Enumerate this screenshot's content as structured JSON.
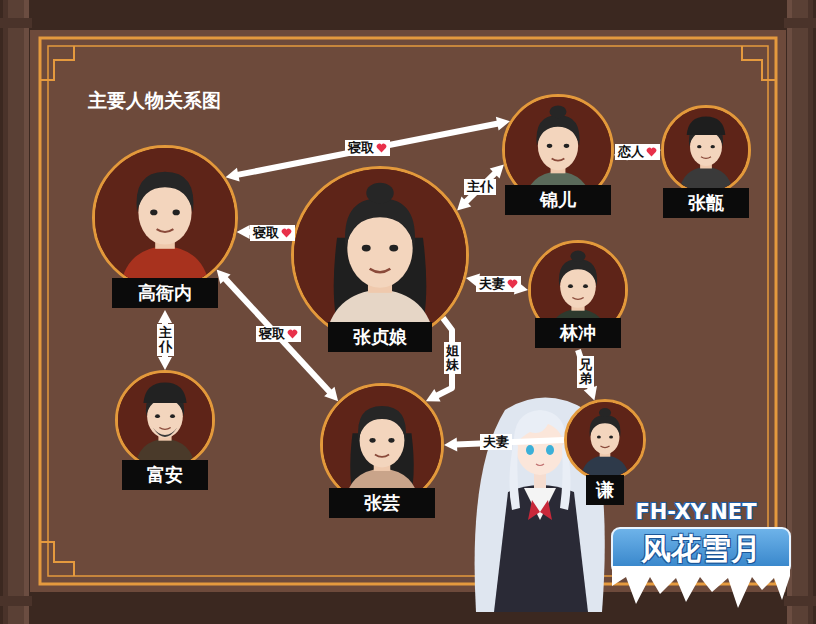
{
  "diagram": {
    "title": "主要人物关系图",
    "nodes": [
      {
        "text": [
          "高衙内"
        ]
      },
      {
        "text": [
          "锦儿"
        ]
      },
      {
        "text": [
          "张甑"
        ]
      },
      {
        "text": [
          "张贞娘"
        ]
      },
      {
        "text": [
          "林冲"
        ]
      },
      {
        "text": [
          "富安"
        ]
      },
      {
        "text": [
          "张芸"
        ]
      },
      {
        "text": [
          "谦"
        ]
      }
    ],
    "edges": [
      {
        "from": 0,
        "to": 1,
        "label": "寝取",
        "arrow": "both"
      },
      {
        "from": 3,
        "to": 0,
        "label": "寝取",
        "arrow": "to"
      },
      {
        "from": 0,
        "to": 6,
        "label": "寝取",
        "arrow": "both"
      },
      {
        "from": 3,
        "to": 1,
        "label": "主仆",
        "arrow": "both"
      },
      {
        "from": 1,
        "to": 2,
        "label": "恋人",
        "arrow": "both"
      },
      {
        "from": 3,
        "to": 4,
        "label": "夫妻",
        "arrow": "both"
      },
      {
        "from": 3,
        "to": 6,
        "label": "姐妹",
        "arrow": "to"
      },
      {
        "from": 4,
        "to": 7,
        "label": "兄弟",
        "arrow": "to"
      },
      {
        "from": 7,
        "to": 6,
        "label": "夫妻",
        "arrow": "to"
      },
      {
        "from": 0,
        "to": 5,
        "label": "主仆",
        "arrow": "both"
      }
    ],
    "labels": [
      "FH-XY.NET",
      "风花雪月"
    ]
  }
}
